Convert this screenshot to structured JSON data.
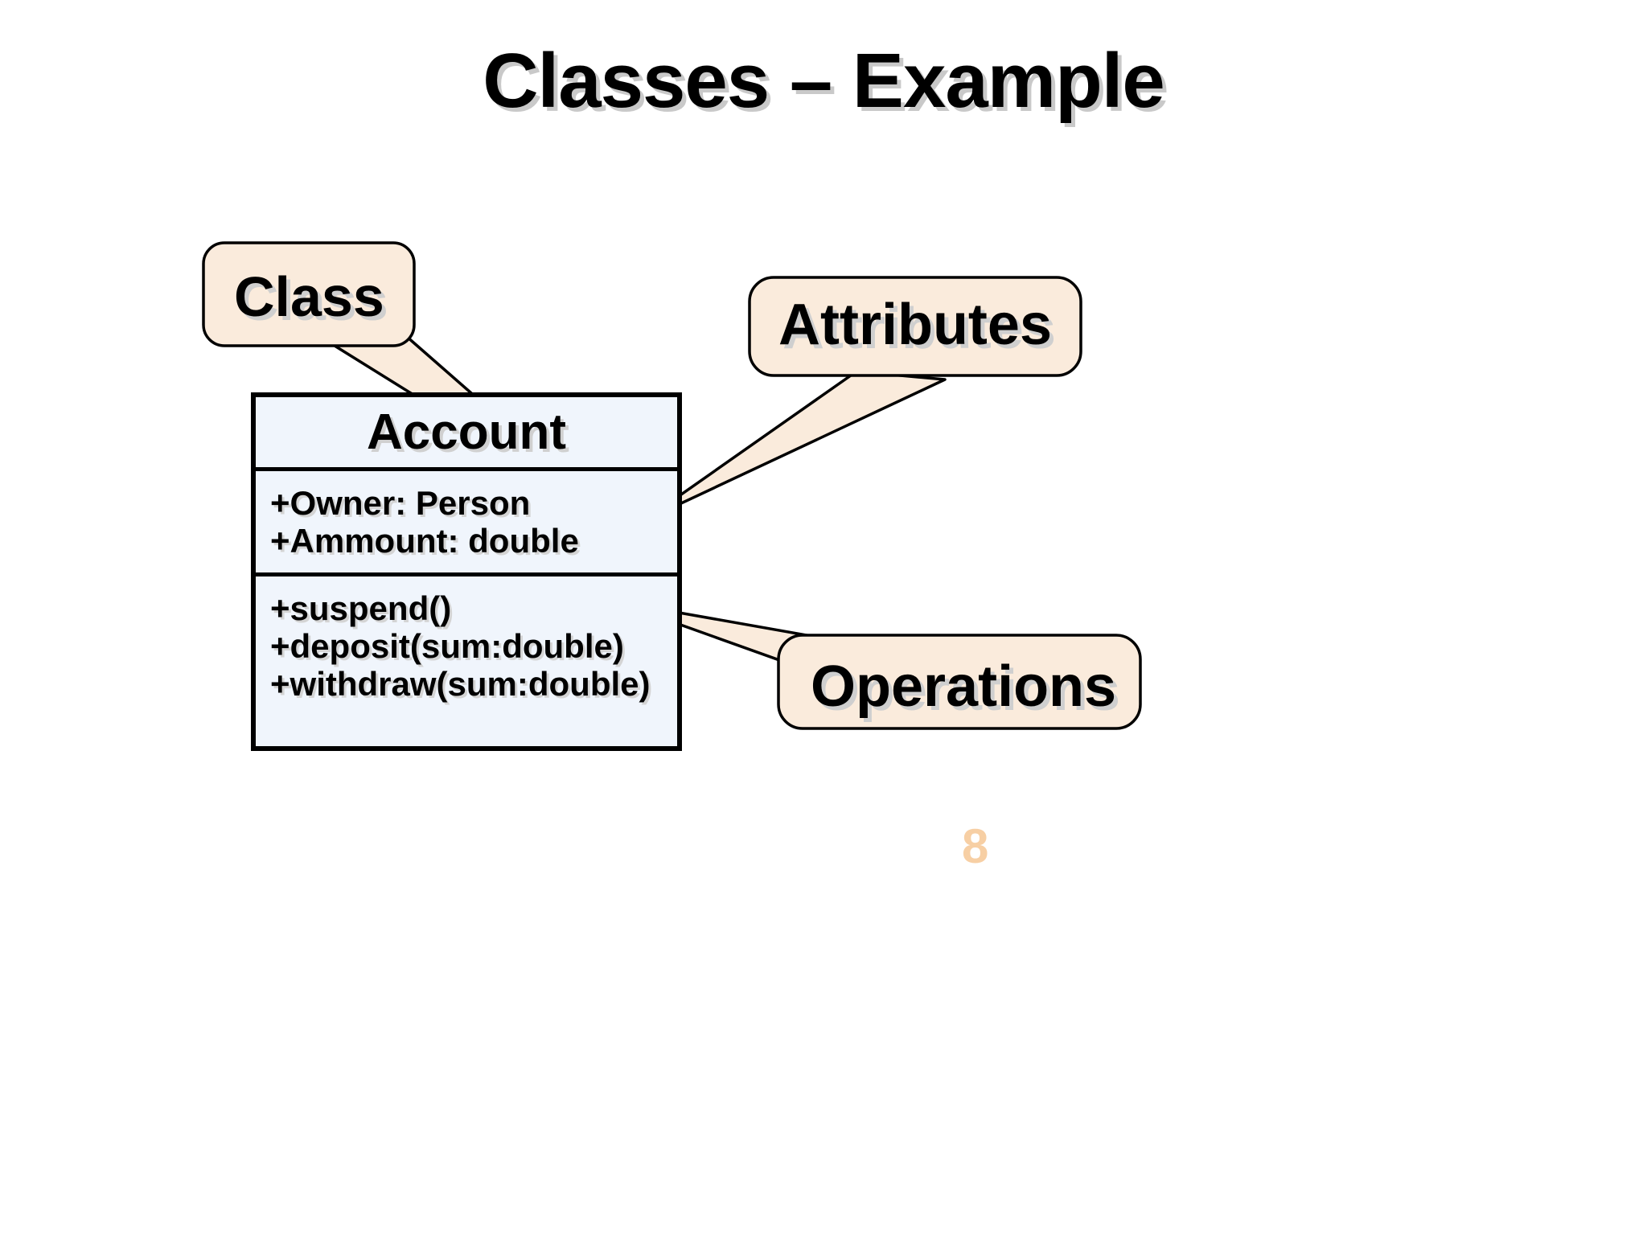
{
  "slide": {
    "title": "Classes – Example",
    "page_number": "8",
    "background_color": "#ffffff"
  },
  "colors": {
    "callout_fill": "#faebdc",
    "callout_stroke": "#000000",
    "class_box_fill": "#f0f5fc",
    "class_box_stroke": "#000000",
    "text": "#000000",
    "text_shadow": "#cfcfcf",
    "page_number": "#f7cfa4"
  },
  "diagram": {
    "type": "uml-class-diagram",
    "class": {
      "name": "Account",
      "attributes": [
        "+Owner: Person",
        "+Ammount: double"
      ],
      "operations": [
        "+suspend()",
        "+deposit(sum:double)",
        "+withdraw(sum:double)"
      ]
    },
    "callouts": [
      {
        "id": "class",
        "label": "Class",
        "points_to": "class-name-compartment"
      },
      {
        "id": "attributes",
        "label": "Attributes",
        "points_to": "attributes-compartment"
      },
      {
        "id": "operations",
        "label": "Operations",
        "points_to": "operations-compartment"
      }
    ]
  }
}
